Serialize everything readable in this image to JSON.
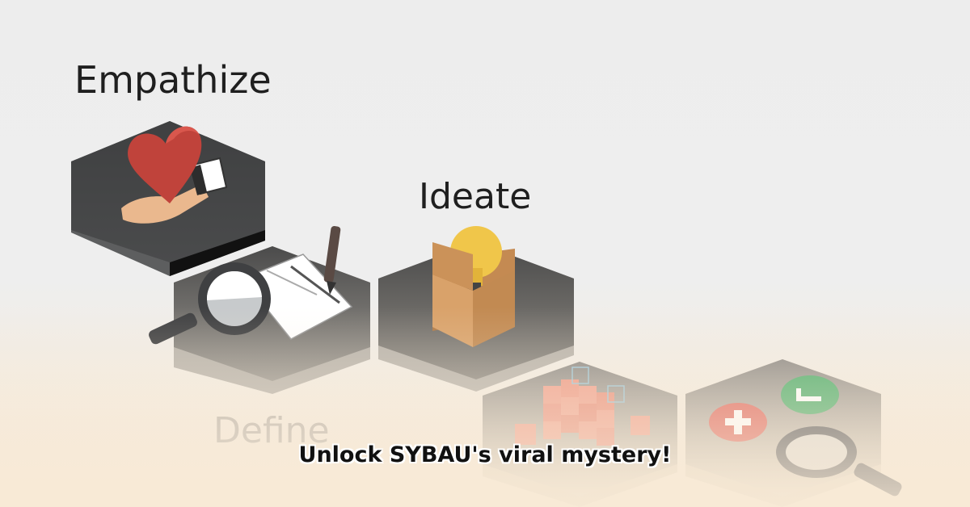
{
  "stages": {
    "empathize": "Empathize",
    "define": "Define",
    "ideate": "Ideate"
  },
  "caption": "Unlock SYBAU's viral mystery!",
  "icons": [
    "heart-hand-icon",
    "magnifier-notepad-icon",
    "lightbulb-box-icon",
    "cubes-icon",
    "plus-minus-icon"
  ],
  "colors": {
    "hex_dark": "#444546",
    "heart": "#c0433b",
    "box": "#c98d55",
    "bulb": "#f0c64a",
    "plus": "#e0685e",
    "minus": "#4fae6c"
  }
}
